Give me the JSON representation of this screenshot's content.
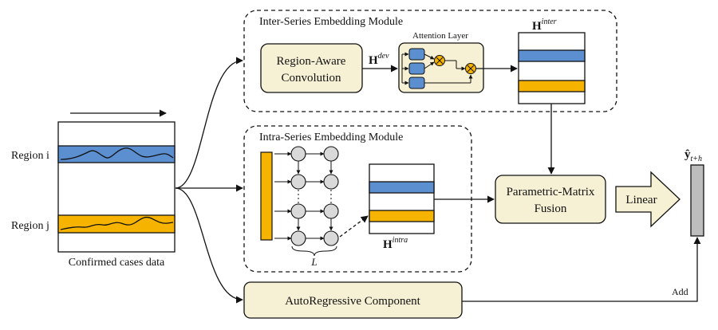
{
  "input": {
    "region_i_label": "Region i",
    "region_j_label": "Region j",
    "caption": "Confirmed cases data"
  },
  "inter_module": {
    "title": "Inter-Series Embedding Module",
    "rac_line1": "Region-Aware",
    "rac_line2": "Convolution",
    "attention_title": "Attention Layer",
    "h_dev_base": "H",
    "h_dev_sup": "dev",
    "h_inter_base": "H",
    "h_inter_sup": "inter"
  },
  "intra_module": {
    "title": "Intra-Series Embedding Module",
    "h_intra_base": "H",
    "h_intra_sup": "intra",
    "l_label": "L"
  },
  "fusion": {
    "line1": "Parametric-Matrix",
    "line2": "Fusion"
  },
  "linear": {
    "label": "Linear"
  },
  "output": {
    "base": "ŷ",
    "sub": "t+h"
  },
  "autoregressive": {
    "label": "AutoRegressive Component",
    "add_label": "Add"
  },
  "colors": {
    "module_fill": "#f6f1d5",
    "blue": "#5b8fd0",
    "orange": "#f6b400",
    "node_fill": "#d9d9d9",
    "output_bar": "#bdbdbd"
  }
}
